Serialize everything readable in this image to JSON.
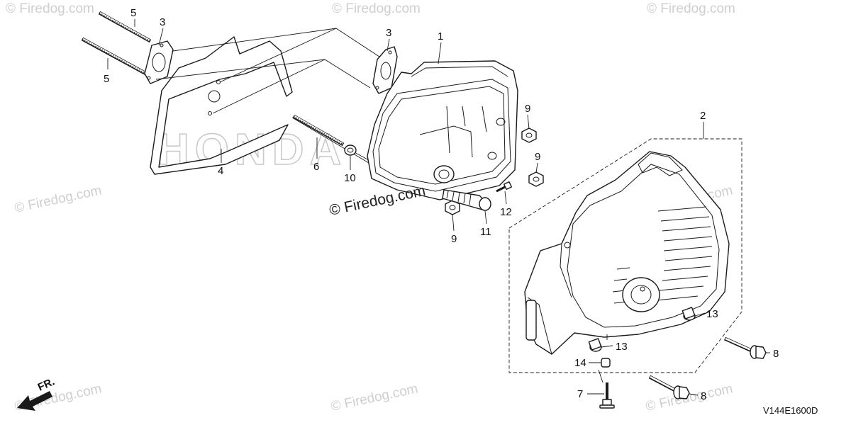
{
  "watermarks": {
    "brand": "Firedog.com",
    "brand_marked": "© Firedog.com",
    "embossed_brand": "HONDA"
  },
  "drawing_code": "V144E1600D",
  "direction_label": "FR.",
  "callouts": {
    "muffler": "1",
    "muffler_protector": "2",
    "gasket_top_left": "3",
    "gasket_top_right": "3",
    "heat_shield_plate": "4",
    "stud_bolt_upper": "5",
    "stud_bolt_lower": "5",
    "stud_bolt_center": "6",
    "bolt_7": "7",
    "flange_bolt_upper": "8",
    "flange_bolt_lower": "8",
    "nut_upper": "9",
    "nut_middle": "9",
    "nut_lower": "9",
    "washer": "10",
    "spark_arrester": "11",
    "screw": "12",
    "collar_upper": "13",
    "collar_lower": "13",
    "collar_14": "14"
  },
  "colors": {
    "line": "#1a1a1a",
    "watermark": "#cfcfcf",
    "background": "#ffffff"
  }
}
